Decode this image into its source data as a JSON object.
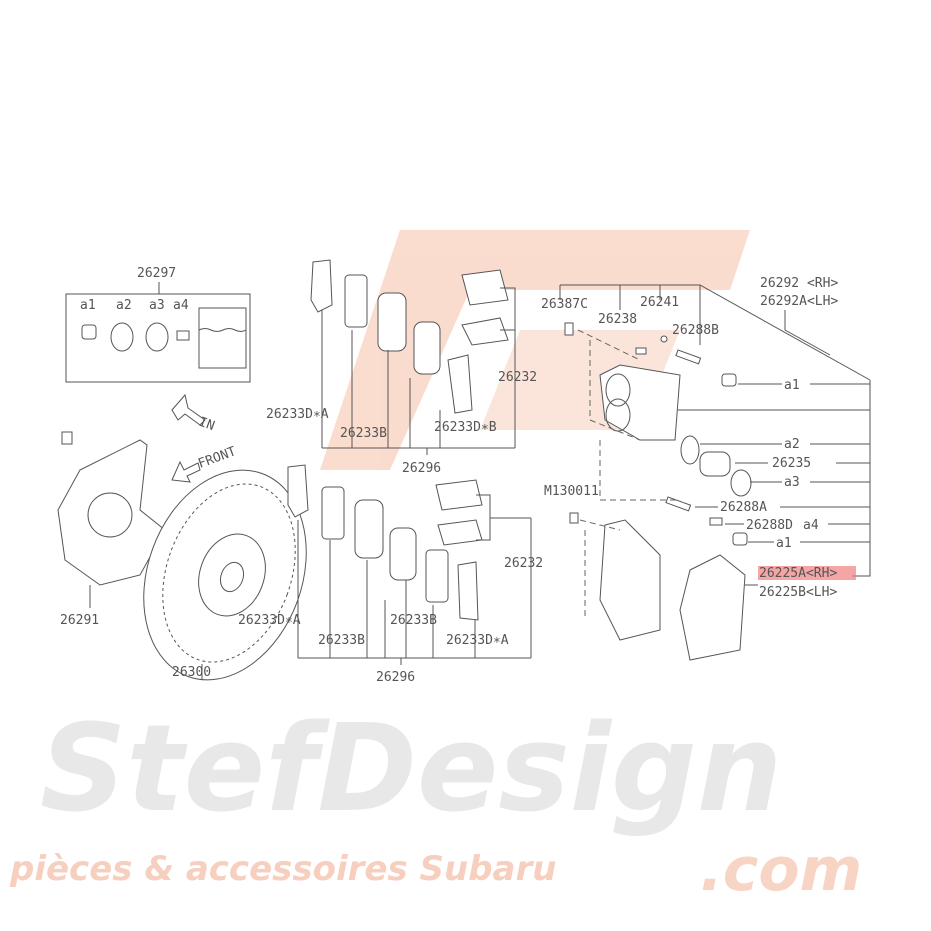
{
  "watermark": {
    "brand": "StefDesign",
    "suffix": ".com",
    "tagline": "pièces & accessoires Subaru",
    "color_logo": "#f9d9c9",
    "color_text": "#e6e6e6"
  },
  "highlight_color": "#f08080",
  "kit": {
    "number": "26297",
    "items": [
      "a1",
      "a2",
      "a3",
      "a4"
    ]
  },
  "arrows": {
    "in": "IN",
    "front": "FRONT"
  },
  "left": {
    "shield": "26291",
    "rotor": "26300"
  },
  "pads_upper": {
    "shim_a": "26233D∗A",
    "shim_b": "26233B",
    "shim_db": "26233D∗B",
    "set": "26296",
    "clips": "26232"
  },
  "pads_lower": {
    "shim_a": "26233D∗A",
    "shim_b": "26233B",
    "shim_b2": "26233B",
    "shim_a2": "26233D∗A",
    "set": "26296",
    "clips": "26232"
  },
  "caliper": {
    "bolt": "26387C",
    "bleeder": "26238",
    "cap": "26241",
    "pin_b": "26288B",
    "assy_rh": "26292 <RH>",
    "assy_lh": "26292A<LH>",
    "boot1": "a1",
    "seal": "a2",
    "piston": "26235",
    "boot3": "a3",
    "pin_a": "26288A",
    "pin_d": "26288D",
    "pin_d_kit": "a4",
    "boot1b": "a1",
    "bolt_m": "M130011",
    "support_rh": "26225A<RH>",
    "support_lh": "26225B<LH>"
  }
}
